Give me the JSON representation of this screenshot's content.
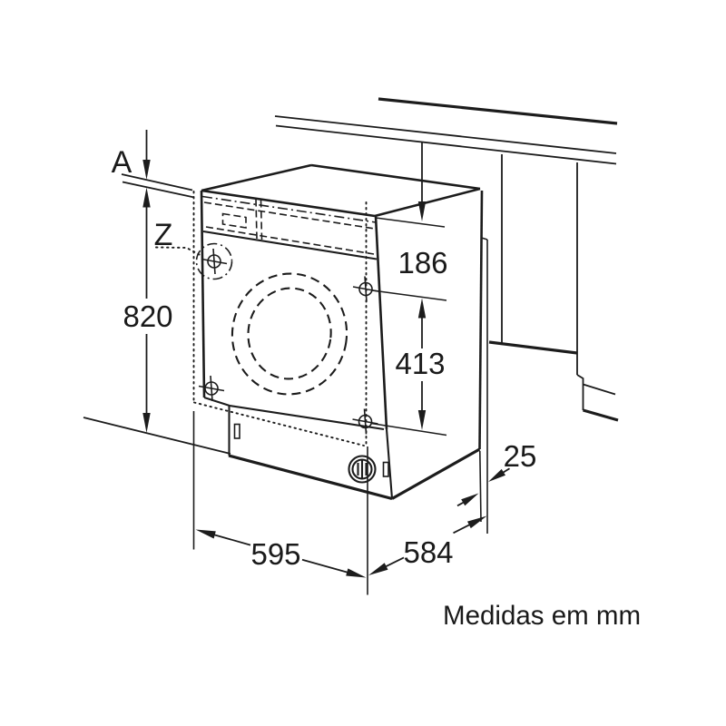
{
  "diagram": {
    "type": "appliance-installation-dimension-drawing",
    "caption": "Medidas em mm",
    "labels": {
      "worktop_clearance": "A",
      "hinge_detail": "Z"
    },
    "dimensions": {
      "niche_height": "820",
      "top_section_height": "186",
      "mounting_span": "413",
      "rear_clearance": "25",
      "width": "595",
      "depth": "584"
    },
    "colors": {
      "line": "#1c1c1c",
      "background": "#ffffff"
    }
  }
}
